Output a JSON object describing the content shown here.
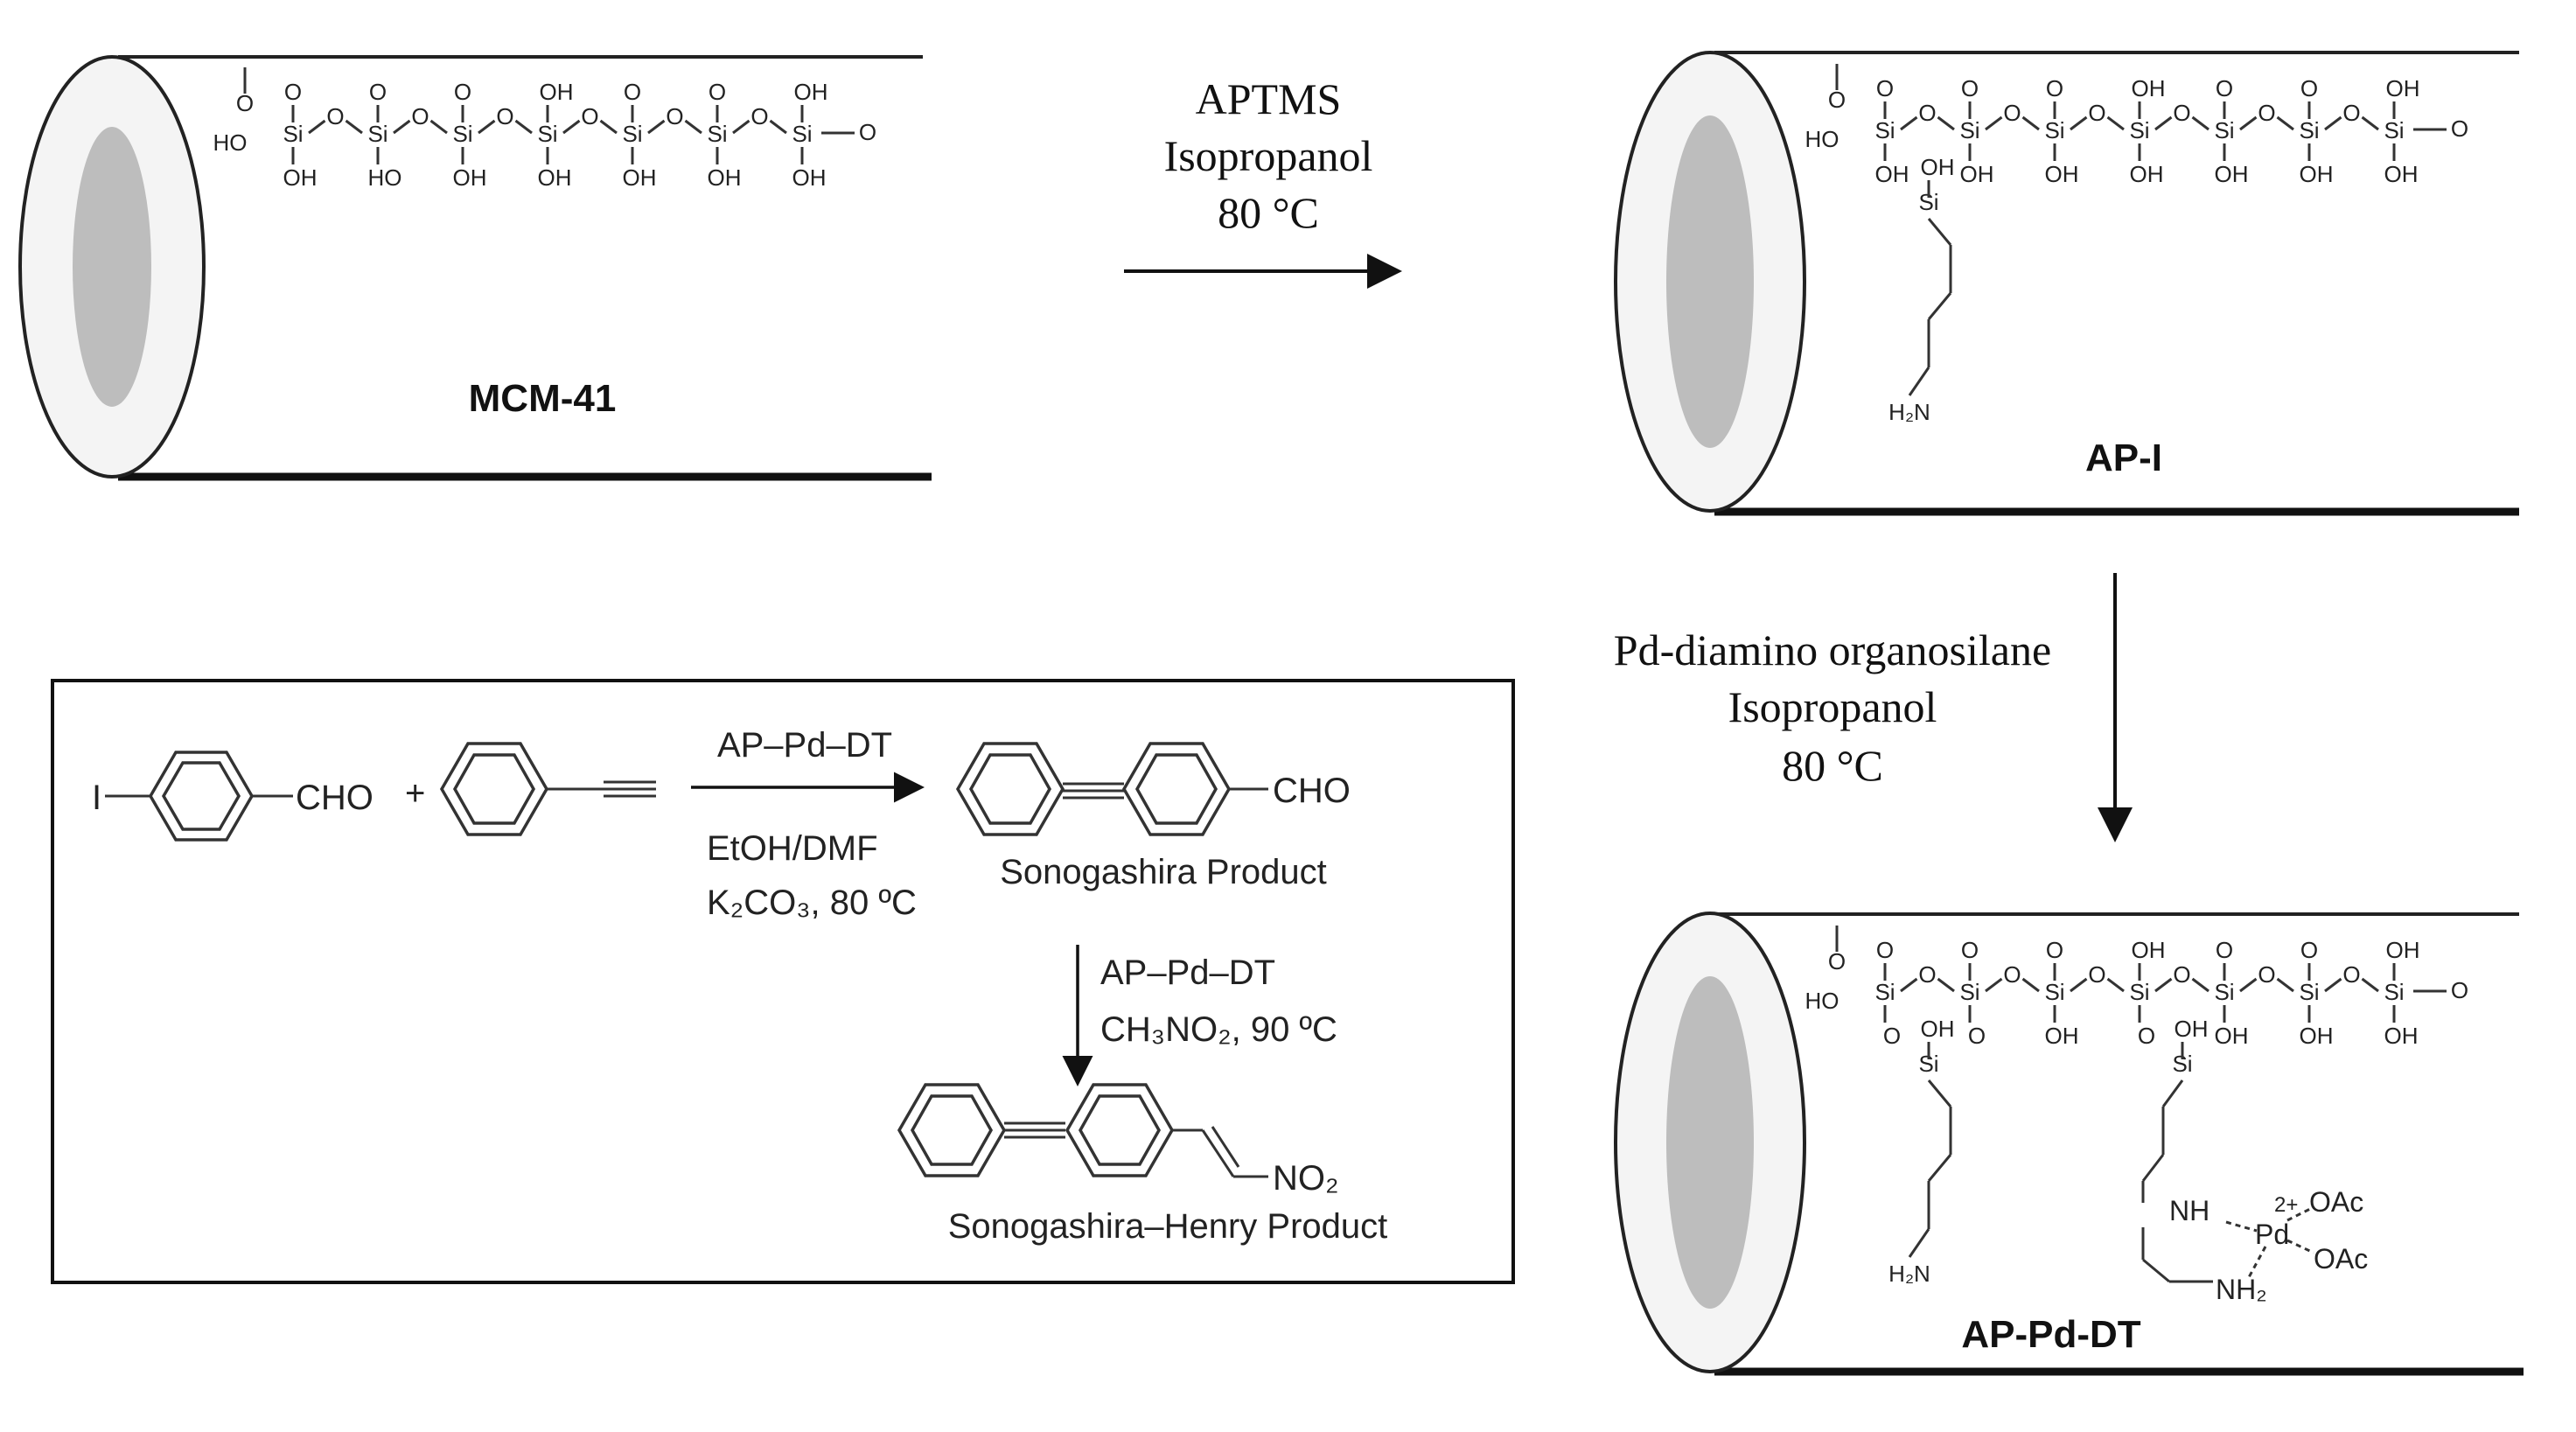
{
  "colors": {
    "line": "#222222",
    "tube_fill": "#f2f2f2",
    "tube_inner": "#bdbdbd",
    "text": "#111111"
  },
  "materials": {
    "mcm": {
      "label": "MCM-41"
    },
    "api": {
      "label": "AP-I"
    },
    "appd": {
      "label": "AP-Pd-DT"
    }
  },
  "chem_labels": {
    "o": "O",
    "si": "Si",
    "oh": "OH",
    "ho": "HO",
    "h2n": "H₂N",
    "nh": "NH",
    "nh2": "NH₂",
    "pd": "Pd",
    "pd_charge": "2+",
    "oac": "OAc"
  },
  "step1": {
    "reagent": "APTMS",
    "solvent": "Isopropanol",
    "temperature": "80 °C"
  },
  "step2": {
    "reagent": "Pd-diamino organosilane",
    "solvent": "Isopropanol",
    "temperature": "80 °C"
  },
  "reaction_box": {
    "iodo": "I",
    "cho": "CHO",
    "plus": "+",
    "catalyst1": "AP–Pd–DT",
    "solvent1": "EtOH/DMF",
    "base1": "K₂CO₃, 80 ºC",
    "product1": "Sonogashira Product",
    "catalyst2": "AP–Pd–DT",
    "conditions2": "CH₃NO₂, 90 ºC",
    "no2": "NO₂",
    "product2": "Sonogashira–Henry Product"
  }
}
